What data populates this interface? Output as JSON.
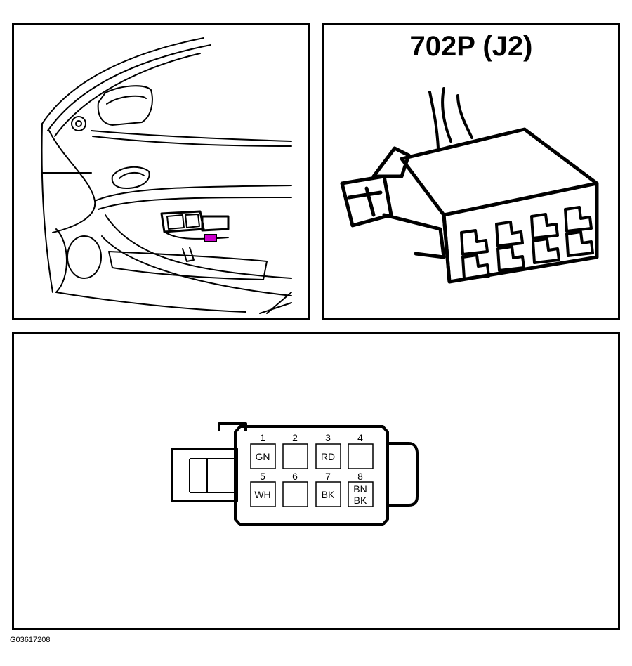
{
  "connector": {
    "title": "702P (J2)",
    "highlight_color": "#cc00cc"
  },
  "pinout": {
    "pins": [
      {
        "number": "1",
        "color": "GN"
      },
      {
        "number": "2",
        "color": ""
      },
      {
        "number": "3",
        "color": "RD"
      },
      {
        "number": "4",
        "color": ""
      },
      {
        "number": "5",
        "color": "WH"
      },
      {
        "number": "6",
        "color": ""
      },
      {
        "number": "7",
        "color": "BK"
      },
      {
        "number": "8",
        "color_line1": "BN",
        "color_line2": "BK"
      }
    ]
  },
  "figure_code": "G03617208"
}
